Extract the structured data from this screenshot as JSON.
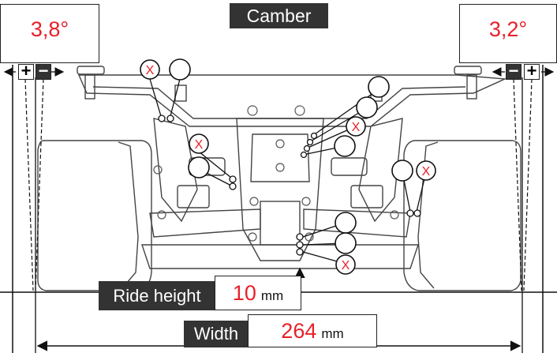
{
  "header": {
    "title": "Camber"
  },
  "camber": {
    "left": {
      "value": "3,8°",
      "plus": "+",
      "minus": "−"
    },
    "right": {
      "value": "3,2°",
      "plus": "+",
      "minus": "−"
    }
  },
  "ride_height": {
    "label": "Ride height",
    "value": "10",
    "unit": "mm"
  },
  "width": {
    "label": "Width",
    "value": "264",
    "unit": "mm"
  },
  "markers": {
    "x_glyph": "X"
  },
  "colors": {
    "accent": "#e8202a",
    "dark": "#333333",
    "line": "#222222"
  }
}
